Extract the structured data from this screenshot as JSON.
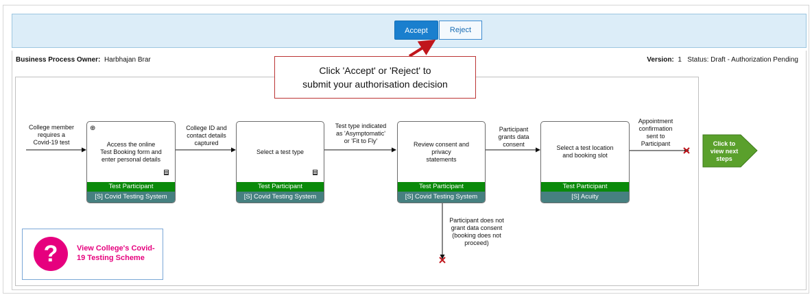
{
  "toolbar": {
    "accept_label": "Accept",
    "reject_label": "Reject"
  },
  "header": {
    "owner_label": "Business Process Owner:",
    "owner_name": "Harbhajan Brar",
    "version_label": "Version:",
    "version_value": "1",
    "status_text": "Status: Draft - Authorization Pending"
  },
  "callout": {
    "line1": "Click 'Accept' or 'Reject' to",
    "line2": "submit your authorisation decision"
  },
  "process": {
    "start_label": [
      "College member",
      "requires a",
      "Covid-19 test"
    ],
    "steps": [
      {
        "text": [
          "Access the online",
          "Test Booking form and",
          "enter personal details"
        ],
        "role": "Test Participant",
        "system": "[S] Covid Testing System"
      },
      {
        "text": [
          "Select a test type"
        ],
        "role": "Test Participant",
        "system": "[S] Covid Testing System"
      },
      {
        "text": [
          "Review consent and privacy",
          "statements"
        ],
        "role": "Test Participant",
        "system": "[S] Covid Testing System"
      },
      {
        "text": [
          "Select a test location",
          "and booking slot"
        ],
        "role": "Test Participant",
        "system": "[S] Acuity"
      }
    ],
    "connector_labels": [
      [
        "College ID and",
        "contact details",
        "captured"
      ],
      [
        "Test type indicated",
        "as 'Asymptomatic'",
        "or 'Fit to Fly'"
      ],
      [
        "Participant",
        "grants data",
        "consent"
      ],
      [
        "Appointment",
        "confirmation",
        "sent to",
        "Participant"
      ]
    ],
    "branch_label": [
      "Participant does not",
      "grant data consent",
      "(booking does not",
      "proceed)"
    ],
    "next_steps_label": [
      "Click to",
      "view next",
      "steps"
    ]
  },
  "help": {
    "icon_glyph": "?",
    "link_text": "View College's Covid-19 Testing Scheme"
  },
  "colors": {
    "accept": "#1a7fce",
    "role_green": "#0a8a0a",
    "system_teal": "#468080",
    "help_pink": "#e6007e",
    "next_green": "#5aa02c",
    "callout_red": "#c0161c"
  }
}
